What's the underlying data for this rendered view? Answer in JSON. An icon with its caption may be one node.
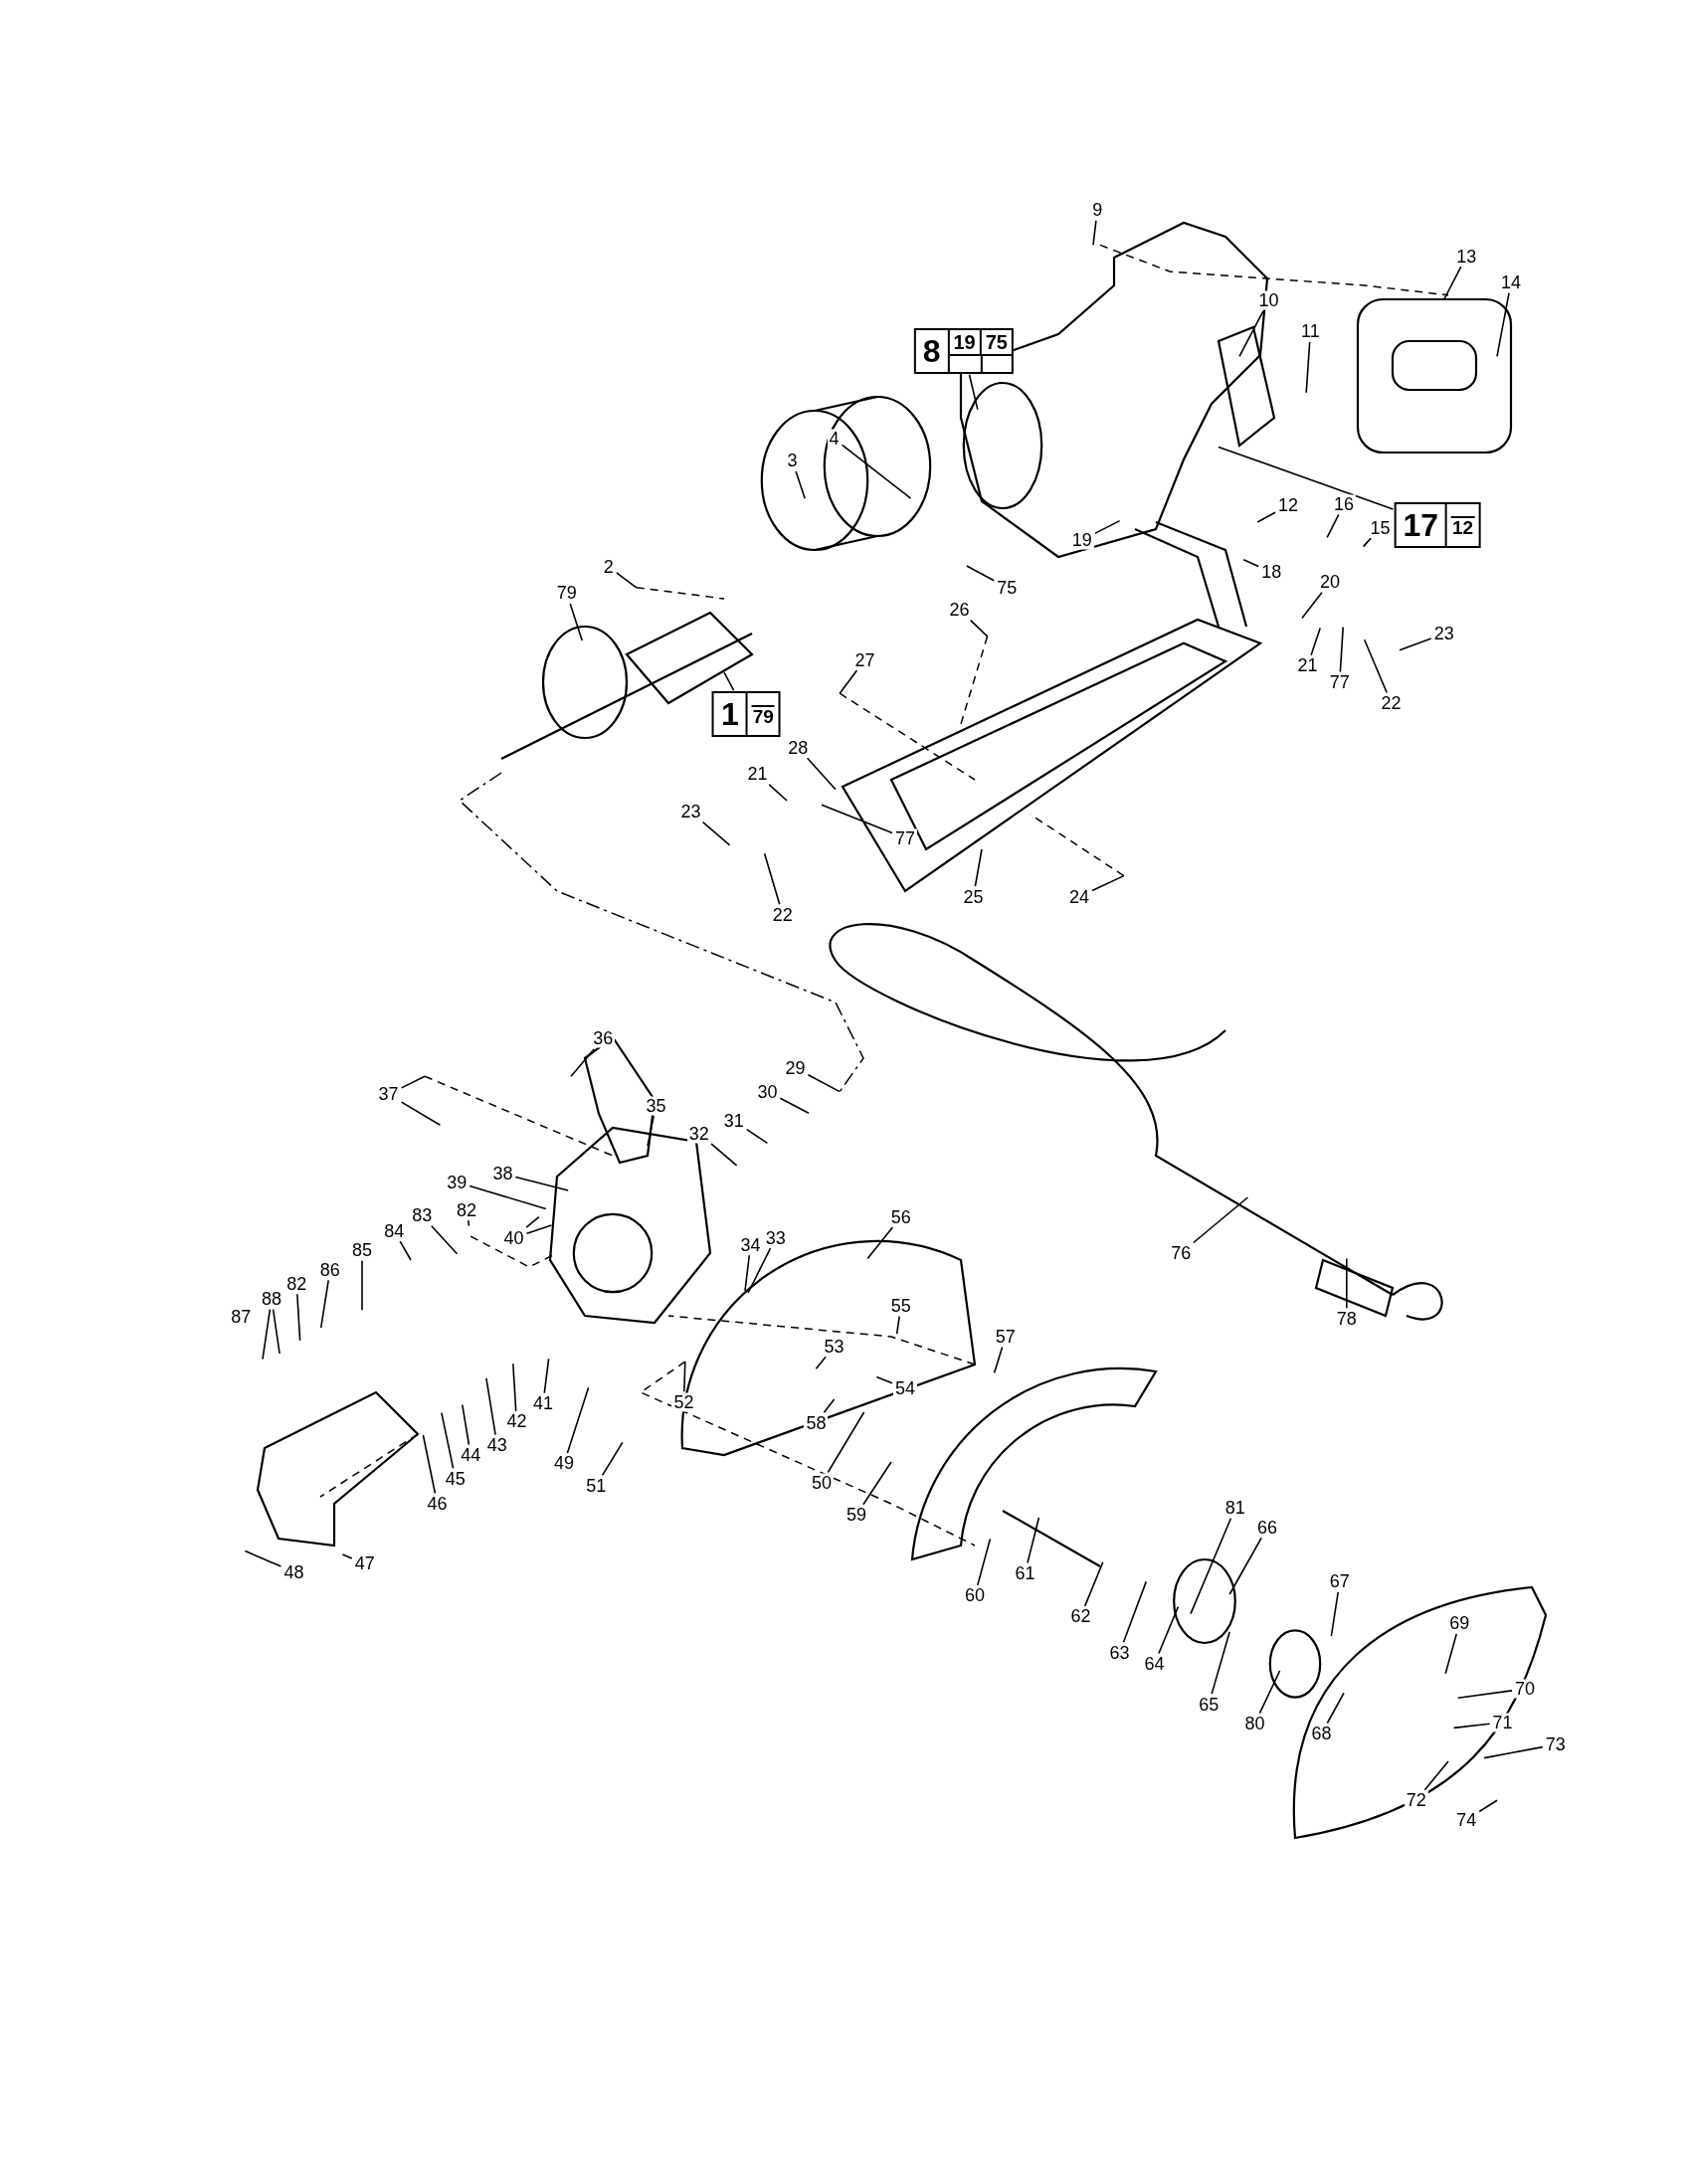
{
  "diagram": {
    "nodes": [
      {
        "text": [
          "9"
        ]
      },
      {
        "text": [
          "13"
        ]
      },
      {
        "text": [
          "14"
        ]
      },
      {
        "text": [
          "10"
        ]
      },
      {
        "text": [
          "11"
        ]
      },
      {
        "text": [
          "8",
          "19",
          "75"
        ]
      },
      {
        "text": [
          "4"
        ]
      },
      {
        "text": [
          "3"
        ]
      },
      {
        "text": [
          "12"
        ]
      },
      {
        "text": [
          "16"
        ]
      },
      {
        "text": [
          "17",
          "12"
        ]
      },
      {
        "text": [
          "15"
        ]
      },
      {
        "text": [
          "19"
        ]
      },
      {
        "text": [
          "2"
        ]
      },
      {
        "text": [
          "18"
        ]
      },
      {
        "text": [
          "20"
        ]
      },
      {
        "text": [
          "75"
        ]
      },
      {
        "text": [
          "79"
        ]
      },
      {
        "text": [
          "26"
        ]
      },
      {
        "text": [
          "23"
        ]
      },
      {
        "text": [
          "27"
        ]
      },
      {
        "text": [
          "21"
        ]
      },
      {
        "text": [
          "77"
        ]
      },
      {
        "text": [
          "22"
        ]
      },
      {
        "text": [
          "1",
          "79"
        ]
      },
      {
        "text": [
          "28"
        ]
      },
      {
        "text": [
          "21"
        ]
      },
      {
        "text": [
          "23"
        ]
      },
      {
        "text": [
          "77"
        ]
      },
      {
        "text": [
          "25"
        ]
      },
      {
        "text": [
          "24"
        ]
      },
      {
        "text": [
          "22"
        ]
      },
      {
        "text": [
          "36"
        ]
      },
      {
        "text": [
          "29"
        ]
      },
      {
        "text": [
          "30"
        ]
      },
      {
        "text": [
          "37"
        ]
      },
      {
        "text": [
          "35"
        ]
      },
      {
        "text": [
          "31"
        ]
      },
      {
        "text": [
          "32"
        ]
      },
      {
        "text": [
          "38"
        ]
      },
      {
        "text": [
          "39"
        ]
      },
      {
        "text": [
          "82"
        ]
      },
      {
        "text": [
          "83"
        ]
      },
      {
        "text": [
          "84"
        ]
      },
      {
        "text": [
          "40"
        ]
      },
      {
        "text": [
          "33"
        ]
      },
      {
        "text": [
          "34"
        ]
      },
      {
        "text": [
          "76"
        ]
      },
      {
        "text": [
          "85"
        ]
      },
      {
        "text": [
          "86"
        ]
      },
      {
        "text": [
          "82"
        ]
      },
      {
        "text": [
          "88"
        ]
      },
      {
        "text": [
          "56"
        ]
      },
      {
        "text": [
          "55"
        ]
      },
      {
        "text": [
          "78"
        ]
      },
      {
        "text": [
          "57"
        ]
      },
      {
        "text": [
          "53"
        ]
      },
      {
        "text": [
          "54"
        ]
      },
      {
        "text": [
          "52"
        ]
      },
      {
        "text": [
          "41"
        ]
      },
      {
        "text": [
          "42"
        ]
      },
      {
        "text": [
          "58"
        ]
      },
      {
        "text": [
          "43"
        ]
      },
      {
        "text": [
          "44"
        ]
      },
      {
        "text": [
          "49"
        ]
      },
      {
        "text": [
          "45"
        ]
      },
      {
        "text": [
          "50"
        ]
      },
      {
        "text": [
          "51"
        ]
      },
      {
        "text": [
          "46"
        ]
      },
      {
        "text": [
          "81"
        ]
      },
      {
        "text": [
          "59"
        ]
      },
      {
        "text": [
          "66"
        ]
      },
      {
        "text": [
          "47"
        ]
      },
      {
        "text": [
          "48"
        ]
      },
      {
        "text": [
          "61"
        ]
      },
      {
        "text": [
          "67"
        ]
      },
      {
        "text": [
          "60"
        ]
      },
      {
        "text": [
          "62"
        ]
      },
      {
        "text": [
          "69"
        ]
      },
      {
        "text": [
          "63"
        ]
      },
      {
        "text": [
          "64"
        ]
      },
      {
        "text": [
          "70"
        ]
      },
      {
        "text": [
          "65"
        ]
      },
      {
        "text": [
          "71"
        ]
      },
      {
        "text": [
          "80"
        ]
      },
      {
        "text": [
          "68"
        ]
      },
      {
        "text": [
          "73"
        ]
      },
      {
        "text": [
          "72"
        ]
      },
      {
        "text": [
          "74"
        ]
      }
    ],
    "edges": [
      {
        "from": 0,
        "to": null,
        "arrow": "none"
      },
      {
        "from": 1,
        "to": null,
        "arrow": "none"
      },
      {
        "from": 2,
        "to": null,
        "arrow": "none"
      },
      {
        "from": 3,
        "to": null,
        "arrow": "none"
      },
      {
        "from": 4,
        "to": null,
        "arrow": "none"
      },
      {
        "from": 5,
        "to": null,
        "arrow": "none"
      },
      {
        "from": 6,
        "to": null,
        "arrow": "none"
      },
      {
        "from": 7,
        "to": null,
        "arrow": "none"
      },
      {
        "from": 8,
        "to": null,
        "arrow": "none"
      },
      {
        "from": 9,
        "to": null,
        "arrow": "none"
      },
      {
        "from": 10,
        "to": null,
        "arrow": "none"
      },
      {
        "from": 11,
        "to": null,
        "arrow": "none"
      },
      {
        "from": 12,
        "to": null,
        "arrow": "none"
      },
      {
        "from": 13,
        "to": null,
        "arrow": "none"
      },
      {
        "from": 14,
        "to": null,
        "arrow": "none"
      },
      {
        "from": 15,
        "to": null,
        "arrow": "none"
      },
      {
        "from": 16,
        "to": null,
        "arrow": "none"
      },
      {
        "from": 17,
        "to": null,
        "arrow": "none"
      },
      {
        "from": 18,
        "to": null,
        "arrow": "none"
      },
      {
        "from": 19,
        "to": null,
        "arrow": "none"
      },
      {
        "from": 20,
        "to": null,
        "arrow": "none"
      },
      {
        "from": 21,
        "to": null,
        "arrow": "none"
      },
      {
        "from": 22,
        "to": null,
        "arrow": "none"
      },
      {
        "from": 23,
        "to": null,
        "arrow": "none"
      },
      {
        "from": 24,
        "to": null,
        "arrow": "none"
      },
      {
        "from": 25,
        "to": null,
        "arrow": "none"
      },
      {
        "from": 26,
        "to": null,
        "arrow": "none"
      },
      {
        "from": 27,
        "to": null,
        "arrow": "none"
      },
      {
        "from": 28,
        "to": null,
        "arrow": "none"
      },
      {
        "from": 29,
        "to": null,
        "arrow": "none"
      },
      {
        "from": 30,
        "to": null,
        "arrow": "none"
      },
      {
        "from": 31,
        "to": null,
        "arrow": "none"
      },
      {
        "from": 32,
        "to": null,
        "arrow": "none"
      },
      {
        "from": 33,
        "to": null,
        "arrow": "none"
      },
      {
        "from": 34,
        "to": null,
        "arrow": "none"
      },
      {
        "from": 35,
        "to": null,
        "arrow": "none"
      },
      {
        "from": 35,
        "to": null,
        "arrow": "none"
      },
      {
        "from": 36,
        "to": null,
        "arrow": "none"
      },
      {
        "from": 37,
        "to": null,
        "arrow": "none"
      },
      {
        "from": 38,
        "to": null,
        "arrow": "none"
      },
      {
        "from": 39,
        "to": null,
        "arrow": "none"
      },
      {
        "from": 40,
        "to": null,
        "arrow": "none"
      },
      {
        "from": 41,
        "to": null,
        "arrow": "none"
      },
      {
        "from": 42,
        "to": null,
        "arrow": "none"
      },
      {
        "from": 43,
        "to": null,
        "arrow": "none"
      },
      {
        "from": 44,
        "to": null,
        "arrow": "none"
      },
      {
        "from": 44,
        "to": null,
        "arrow": "none"
      },
      {
        "from": 45,
        "to": null,
        "arrow": "none"
      },
      {
        "from": 46,
        "to": null,
        "arrow": "none"
      },
      {
        "from": 47,
        "to": null,
        "arrow": "none"
      },
      {
        "from": 48,
        "to": null,
        "arrow": "none"
      },
      {
        "from": 49,
        "to": null,
        "arrow": "none"
      },
      {
        "from": 50,
        "to": null,
        "arrow": "none"
      },
      {
        "from": 51,
        "to": null,
        "arrow": "none"
      },
      {
        "from": 51,
        "to": null,
        "arrow": "none"
      },
      {
        "from": 52,
        "to": null,
        "arrow": "none"
      },
      {
        "from": 53,
        "to": null,
        "arrow": "none"
      },
      {
        "from": 54,
        "to": null,
        "arrow": "none"
      },
      {
        "from": 55,
        "to": null,
        "arrow": "none"
      },
      {
        "from": 56,
        "to": null,
        "arrow": "none"
      },
      {
        "from": 57,
        "to": null,
        "arrow": "none"
      },
      {
        "from": 58,
        "to": null,
        "arrow": "none"
      },
      {
        "from": 59,
        "to": null,
        "arrow": "none"
      },
      {
        "from": 60,
        "to": null,
        "arrow": "none"
      },
      {
        "from": 61,
        "to": null,
        "arrow": "none"
      },
      {
        "from": 62,
        "to": null,
        "arrow": "none"
      },
      {
        "from": 63,
        "to": null,
        "arrow": "none"
      },
      {
        "from": 64,
        "to": null,
        "arrow": "none"
      },
      {
        "from": 65,
        "to": null,
        "arrow": "none"
      },
      {
        "from": 66,
        "to": null,
        "arrow": "none"
      },
      {
        "from": 67,
        "to": null,
        "arrow": "none"
      },
      {
        "from": 68,
        "to": null,
        "arrow": "none"
      },
      {
        "from": 69,
        "to": null,
        "arrow": "none"
      },
      {
        "from": 70,
        "to": null,
        "arrow": "none"
      },
      {
        "from": 71,
        "to": null,
        "arrow": "none"
      },
      {
        "from": 72,
        "to": null,
        "arrow": "none"
      },
      {
        "from": 73,
        "to": null,
        "arrow": "none"
      },
      {
        "from": 74,
        "to": null,
        "arrow": "none"
      },
      {
        "from": 75,
        "to": null,
        "arrow": "none"
      },
      {
        "from": 76,
        "to": null,
        "arrow": "none"
      },
      {
        "from": 77,
        "to": null,
        "arrow": "none"
      },
      {
        "from": 78,
        "to": null,
        "arrow": "none"
      },
      {
        "from": 79,
        "to": null,
        "arrow": "none"
      },
      {
        "from": 80,
        "to": null,
        "arrow": "none"
      },
      {
        "from": 81,
        "to": null,
        "arrow": "none"
      },
      {
        "from": 82,
        "to": null,
        "arrow": "none"
      },
      {
        "from": 83,
        "to": null,
        "arrow": "none"
      },
      {
        "from": 84,
        "to": null,
        "arrow": "none"
      },
      {
        "from": 85,
        "to": null,
        "arrow": "none"
      },
      {
        "from": 86,
        "to": null,
        "arrow": "none"
      },
      {
        "from": 87,
        "to": null,
        "arrow": "none"
      },
      {
        "from": 88,
        "to": null,
        "arrow": "none"
      }
    ],
    "labels": [
      "87"
    ]
  }
}
